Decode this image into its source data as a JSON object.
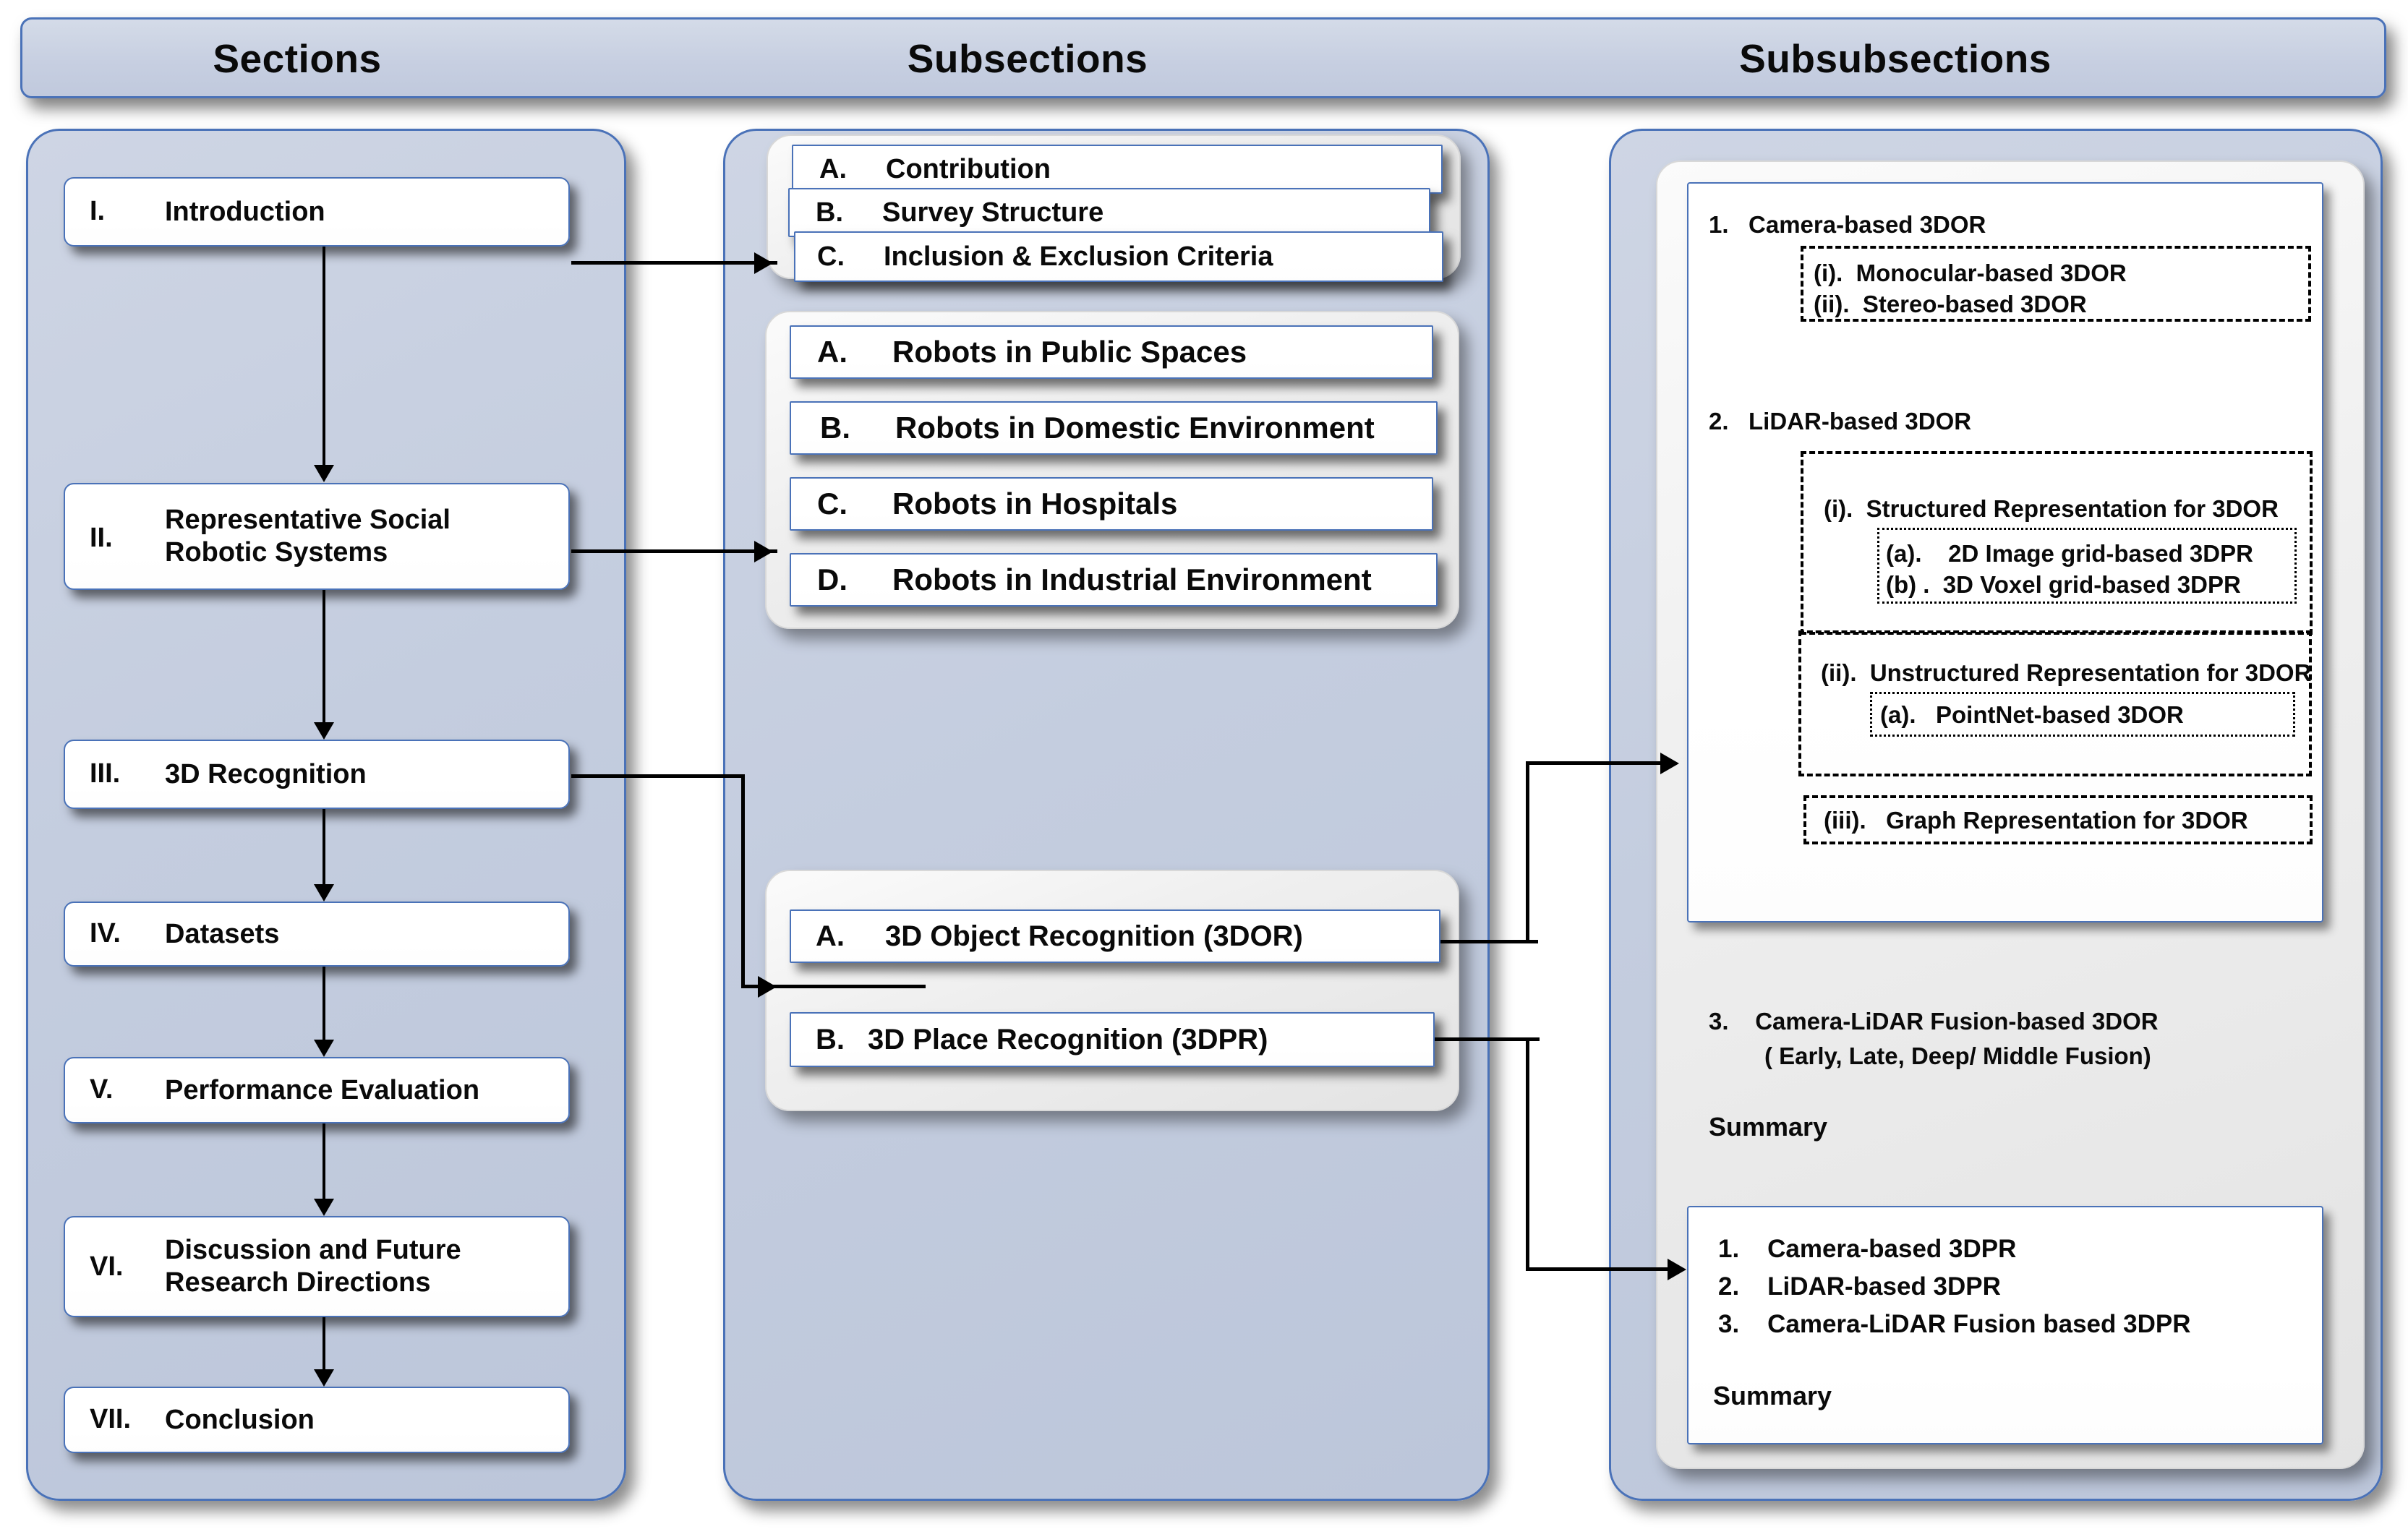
{
  "header": {
    "columns": [
      {
        "label": "Sections"
      },
      {
        "label": "Subsections"
      },
      {
        "label": "Subsubsections"
      }
    ]
  },
  "sections": {
    "items": [
      {
        "num": "I.",
        "label": "Introduction"
      },
      {
        "num": "II.",
        "label": "Representative Social\nRobotic Systems"
      },
      {
        "num": "III.",
        "label": "3D Recognition"
      },
      {
        "num": "IV.",
        "label": "Datasets"
      },
      {
        "num": "V.",
        "label": "Performance Evaluation"
      },
      {
        "num": "VI.",
        "label": "Discussion and Future\nResearch Directions"
      },
      {
        "num": "VII.",
        "label": "Conclusion"
      }
    ]
  },
  "subsections": {
    "group1": {
      "items": [
        {
          "num": "A.",
          "label": "Contribution"
        },
        {
          "num": "B.",
          "label": "Survey Structure"
        },
        {
          "num": "C.",
          "label": "Inclusion & Exclusion Criteria"
        }
      ]
    },
    "group2": {
      "items": [
        {
          "num": "A.",
          "label": "Robots in Public Spaces"
        },
        {
          "num": "B.",
          "label": "Robots in Domestic Environment"
        },
        {
          "num": "C.",
          "label": "Robots in Hospitals"
        },
        {
          "num": "D.",
          "label": "Robots in Industrial Environment"
        }
      ]
    },
    "group3": {
      "items": [
        {
          "num": "A.",
          "label": "3D Object Recognition (3DOR)"
        },
        {
          "num": "B.",
          "label": "3D Place Recognition (3DPR)"
        }
      ]
    }
  },
  "subsubsections": {
    "dor_card": {
      "item1": "1.   Camera-based 3DOR",
      "item1_sub": "(i).  Monocular-based 3DOR\n(ii).  Stereo-based 3DOR",
      "item2": "2.   LiDAR-based 3DOR",
      "item2_i": "(i).  Structured Representation for 3DOR",
      "item2_i_a": "(a).    2D Image grid-based 3DPR\n(b) .  3D Voxel grid-based 3DPR",
      "item2_ii": "(ii).  Unstructured Representation for 3DOR",
      "item2_ii_a": "(a).   PointNet-based 3DOR",
      "item2_iii": "(iii).   Graph Representation for 3DOR",
      "item3": "3.    Camera-LiDAR Fusion-based 3DOR",
      "item3_sub": "( Early, Late, Deep/ Middle Fusion)",
      "summary": "Summary"
    },
    "dpr_card": {
      "item1": "1.    Camera-based 3DPR",
      "item2": "2.    LiDAR-based 3DPR",
      "item3": "3.    Camera-LiDAR Fusion based 3DPR",
      "summary": "Summary"
    }
  },
  "colors": {
    "panel_blue": "#c5cddf",
    "panel_grey": "#ececec",
    "border_blue": "#4a72b8",
    "card_white": "#ffffff",
    "connector": "#000000",
    "text": "#0a0a0a"
  }
}
